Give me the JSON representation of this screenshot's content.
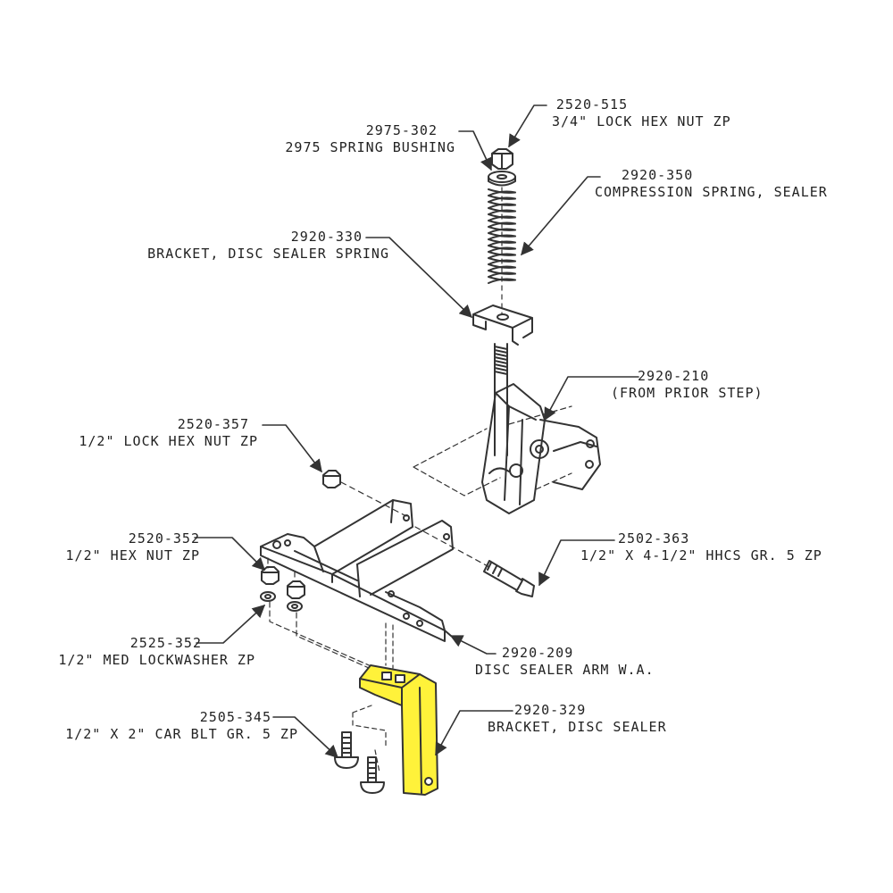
{
  "colors": {
    "line": "#333333",
    "highlight": "#fff23a",
    "background": "#ffffff"
  },
  "callouts": {
    "lock_nut_34": {
      "part": "2520-515",
      "desc": "3/4\" LOCK HEX NUT ZP"
    },
    "spring_bushing": {
      "part": "2975-302",
      "desc": "2975 SPRING BUSHING"
    },
    "compression_spring": {
      "part": "2920-350",
      "desc": "COMPRESSION SPRING, SEALER"
    },
    "spring_bracket": {
      "part": "2920-330",
      "desc": "BRACKET, DISC SEALER SPRING"
    },
    "prior_step": {
      "part": "2920-210",
      "desc": "(FROM PRIOR STEP)"
    },
    "lock_nut_12": {
      "part": "2520-357",
      "desc": "1/2\" LOCK HEX NUT ZP"
    },
    "hex_nut_12": {
      "part": "2520-352",
      "desc": "1/2\" HEX NUT ZP"
    },
    "hhcs": {
      "part": "2502-363",
      "desc": "1/2\" X 4-1/2\"  HHCS GR. 5 ZP"
    },
    "lockwasher": {
      "part": "2525-352",
      "desc": "1/2\" MED LOCKWASHER ZP"
    },
    "sealer_arm": {
      "part": "2920-209",
      "desc": "DISC SEALER ARM W.A."
    },
    "car_bolt": {
      "part": "2505-345",
      "desc": "1/2\" X 2\" CAR BLT GR. 5 ZP"
    },
    "sealer_bracket": {
      "part": "2920-329",
      "desc": "BRACKET, DISC SEALER"
    }
  }
}
